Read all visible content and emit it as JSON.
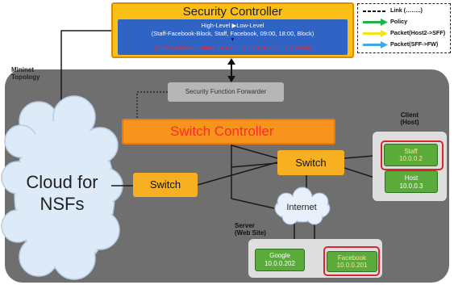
{
  "security_controller": {
    "title": "Security Controller",
    "policy_high_line1": "High-Level ▶Low-Level",
    "policy_high_line2": "(Staff-Facebook-Block, Staff, Facebook, 09:00, 18:00, Block)",
    "policy_arrow": "▼",
    "policy_low": "(Staff-Facebook-Block, 10.0.0.2, 10.0.0.201, 09, 18, Block)"
  },
  "legend": {
    "items": [
      {
        "label": "Link (……..)",
        "style": "dashed-black"
      },
      {
        "label": "Policy",
        "style": "green-arrow"
      },
      {
        "label": "Packet(Host2->SFF)",
        "style": "yellow-arrow"
      },
      {
        "label": "Packet(SFF->FW)",
        "style": "blue-arrow"
      }
    ],
    "colors": {
      "policy": "#1fb24a",
      "packet_host": "#f5e31a",
      "packet_sff": "#3fa8e8"
    }
  },
  "mininet_label": "Mininet\nTopology",
  "sff": {
    "label": "Security Function Forwarder"
  },
  "switch_controller": {
    "label": "Switch Controller"
  },
  "switches": {
    "left": "Switch",
    "right": "Switch"
  },
  "cloud": {
    "label_line1": "Cloud for",
    "label_line2": "NSFs"
  },
  "internet": {
    "label": "Internet"
  },
  "client": {
    "label_line1": "Client",
    "label_line2": "(Host)",
    "highlighted_host_line1": "Staff",
    "highlighted_host_line2": "10.0.0.2",
    "host_name": "Host",
    "host_ip": "10.0.0.3"
  },
  "server": {
    "label_line1": "Server",
    "label_line2": "(Web Site)",
    "google_name": "Google",
    "google_ip": "10.0.0.202",
    "highlighted_line1": "Facebook",
    "highlighted_line2": "10.0.0.201"
  },
  "colors": {
    "security_controller_bg": "#fbbf16",
    "policy_panel_bg": "#2f63c4",
    "topology_bg": "#6f6f6f",
    "switch_bg": "#f7b022",
    "switch_controller_bg": "#f7941d",
    "host_green": "#5aab3a",
    "highlight_red": "#d8262e"
  }
}
